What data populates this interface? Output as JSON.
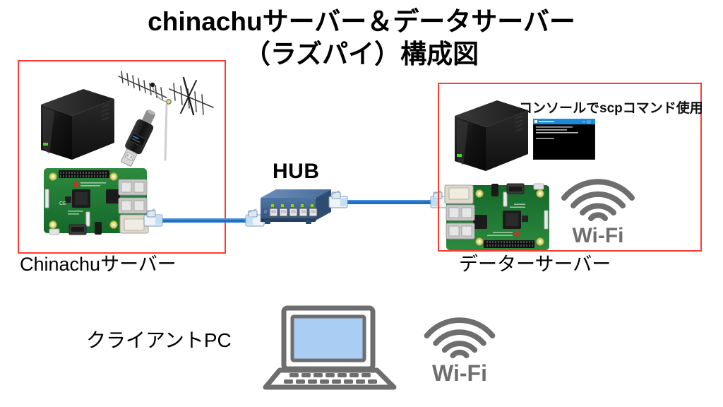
{
  "title": {
    "line1": "chinachuサーバー＆データサーバー",
    "line2": "（ラズパイ）構成図"
  },
  "colors": {
    "group_box_border": "#ff3b30",
    "cable": "#1f6fc4",
    "hub_body": "#3f6391",
    "hub_top": "#5b81ae",
    "led": "#9ad600",
    "wifi_gray": "#6e6e6e",
    "laptop_gray": "#6e6e6e",
    "laptop_screen": "#aacdf4",
    "pi_green": "#1f7a35",
    "hdd_black": "#1a1a1a",
    "console_titlebar": "#1a8bd8",
    "console_body": "#000000",
    "background": "#ffffff"
  },
  "groups": [
    {
      "id": "chinachu-server",
      "caption": "Chinachuサーバー",
      "devices": [
        "external-hdd",
        "usb-tv-tuner",
        "tv-antenna",
        "raspberry-pi"
      ]
    },
    {
      "id": "data-server",
      "caption": "データーサーバー",
      "note": "コンソールでscpコマンド使用",
      "devices": [
        "external-hdd",
        "console-window",
        "raspberry-pi",
        "wifi"
      ]
    }
  ],
  "network": {
    "hub_label": "HUB",
    "hub_ports": 5,
    "links": [
      {
        "from": "chinachu-server",
        "to": "hub",
        "media": "ethernet"
      },
      {
        "from": "hub",
        "to": "data-server",
        "media": "ethernet"
      }
    ]
  },
  "client": {
    "caption": "クライアントPC",
    "device": "laptop",
    "wireless_label": "Wi-Fi"
  },
  "data_server_wireless_label": "Wi-Fi"
}
